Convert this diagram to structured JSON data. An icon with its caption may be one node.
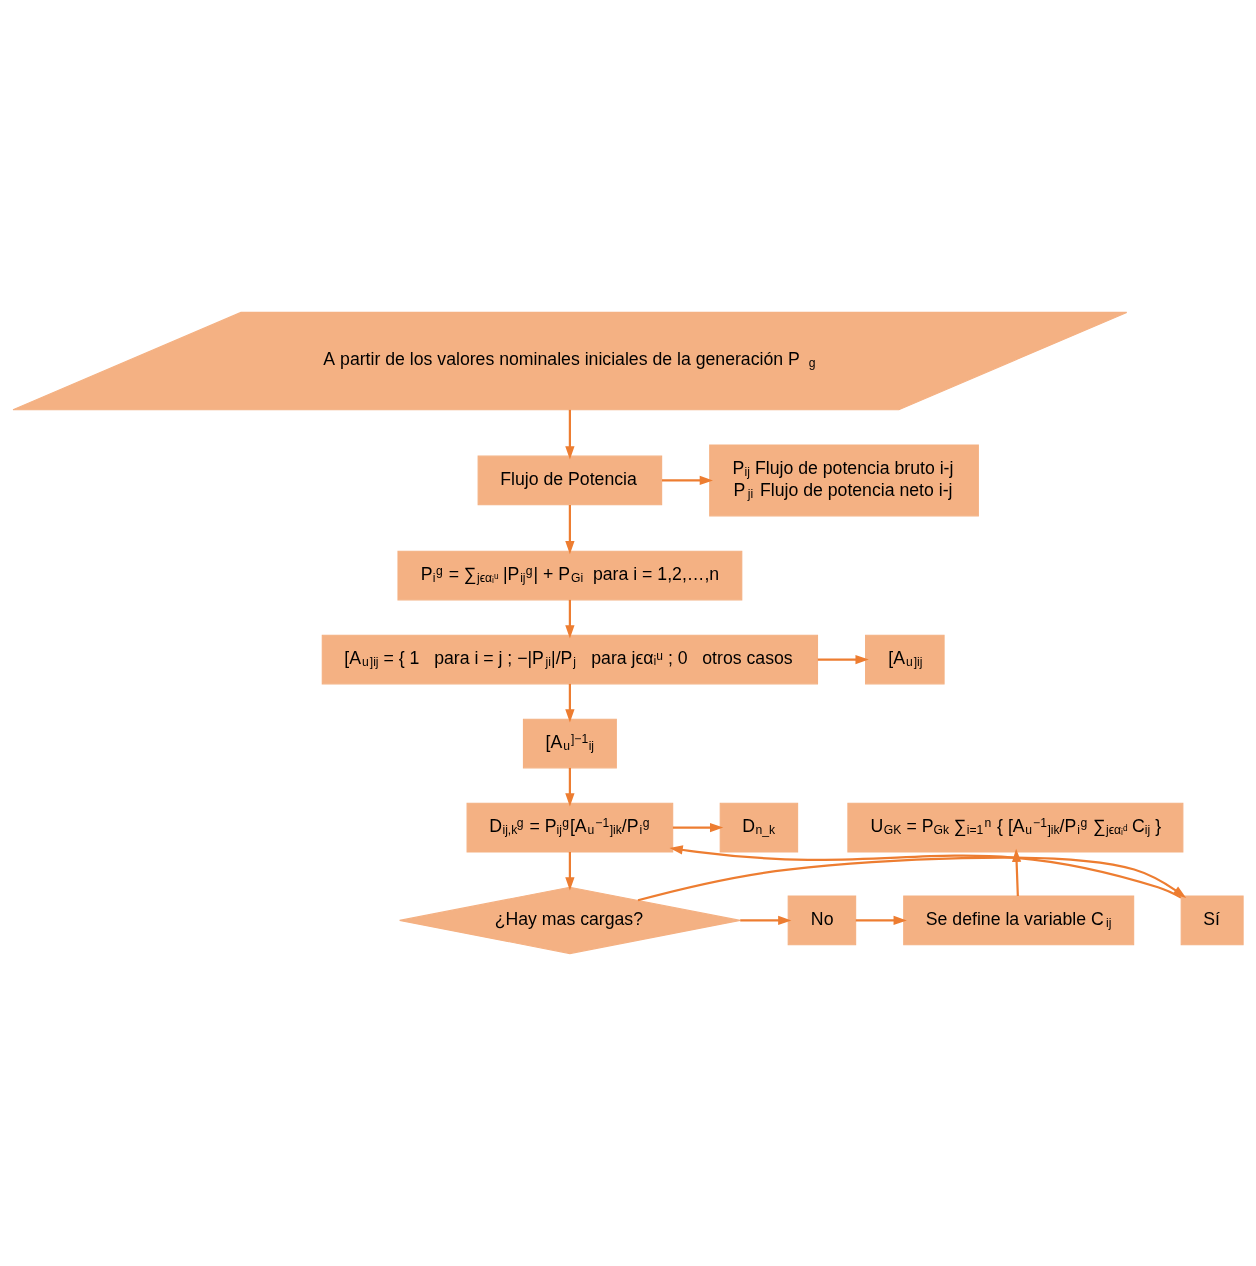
{
  "diagram": {
    "nodes": [
      {
        "text": [
          "A partir de los valores nominales iniciales de la generación P$_{g}$"
        ]
      },
      {
        "text": [
          "Flujo de Potencia"
        ]
      },
      {
        "text": [
          "P$_{ij}$ Flujo de potencia bruto i-j",
          "P$_{ji}$ Flujo de potencia neto i-j"
        ]
      },
      {
        "text": [
          "P$_{i}$$^{g}$ = ∑$_{jϵαᵢᵘ}$ |P$_{ij}$$^{g}$| + P$_{Gi}$  para i = 1,2,…,n"
        ]
      },
      {
        "text": [
          "[A$_{u}$]$_{ij}$ = { 1   para i = j ; −|P$_{ji}$|/P$_{j}$   para jϵαᵢᵘ ; 0   otros casos"
        ]
      },
      {
        "text": [
          "[A$_{u}$]$_{ij}$"
        ]
      },
      {
        "text": [
          "[A$_{u}$]$^{−1}$$_{ij}$"
        ]
      },
      {
        "text": [
          "D$_{ij,k}$$^{g}$ = P$_{ij}$$^{g}$[A$_{u}$$^{−1}$]$_{ik}$/P$_{i}$$^{g}$"
        ]
      },
      {
        "text": [
          "D$_{n_k}$"
        ]
      },
      {
        "text": [
          "U$_{GK}$ = P$_{Gk}$ ∑$_{i=1}$$^{n}$ { [A$_{u}$$^{−1}$]$_{ik}$/P$_{i}$$^{g}$ ∑$_{jϵαᵢᵈ}$ C$_{ij}$ }"
        ]
      },
      {
        "text": [
          "¿Hay mas cargas?"
        ]
      },
      {
        "text": [
          "Sí"
        ]
      },
      {
        "text": [
          "No"
        ]
      },
      {
        "text": [
          "Se define la variable C$_{ij}$"
        ]
      }
    ],
    "edges": [
      {
        "from": 0,
        "to": 1,
        "arrow": "to"
      },
      {
        "from": 1,
        "to": 2,
        "arrow": "to"
      },
      {
        "from": 1,
        "to": 3,
        "arrow": "to"
      },
      {
        "from": 3,
        "to": 4,
        "arrow": "to"
      },
      {
        "from": 4,
        "to": 5,
        "arrow": "to"
      },
      {
        "from": 4,
        "to": 6,
        "arrow": "to"
      },
      {
        "from": 6,
        "to": 7,
        "arrow": "to"
      },
      {
        "from": 7,
        "to": 8,
        "arrow": "to"
      },
      {
        "from": 7,
        "to": 10,
        "arrow": "to"
      },
      {
        "from": 10,
        "to": 11,
        "arrow": "to"
      },
      {
        "from": 11,
        "to": 7,
        "arrow": "to"
      },
      {
        "from": 10,
        "to": 12,
        "arrow": "to"
      },
      {
        "from": 12,
        "to": 13,
        "arrow": "to"
      },
      {
        "from": 13,
        "to": 9,
        "arrow": "to"
      }
    ]
  }
}
